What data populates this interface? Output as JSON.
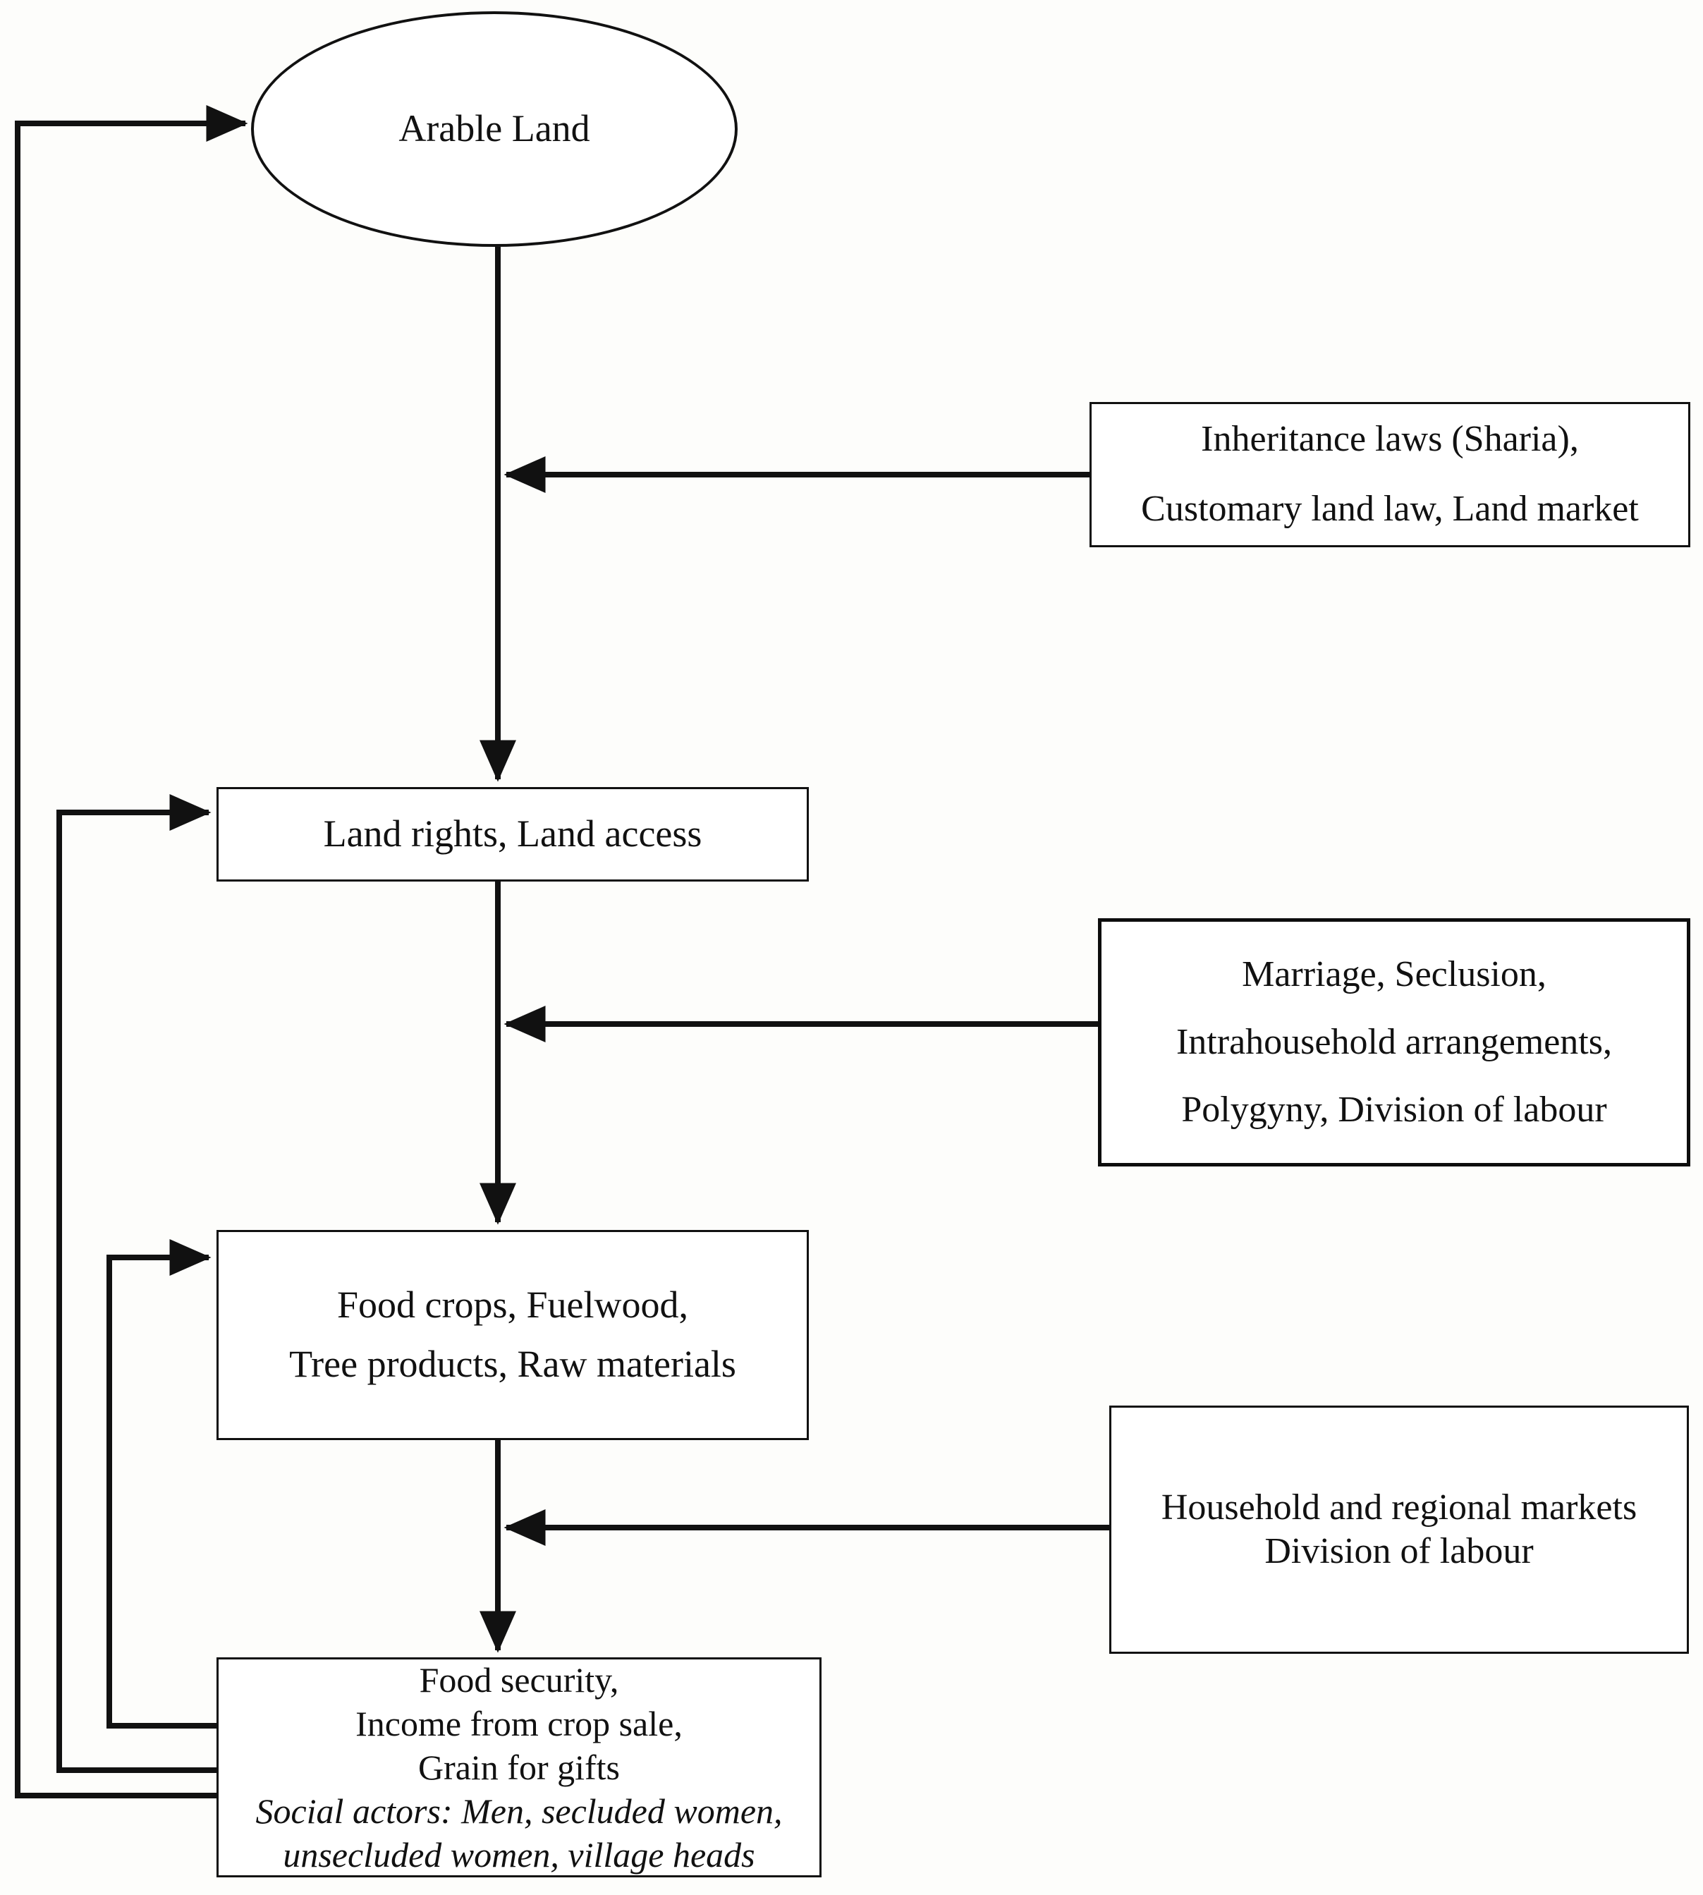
{
  "diagram": {
    "title": "Arable land, land rights and food security flowchart",
    "background_color": "#fdfdfb",
    "stroke_color": "#111111",
    "nodes": {
      "arable_land": {
        "shape": "ellipse",
        "lines": [
          "Arable Land"
        ]
      },
      "land_rights": {
        "shape": "rectangle",
        "lines": [
          "Land rights, Land access"
        ]
      },
      "food_crops": {
        "shape": "rectangle",
        "lines": [
          "Food crops, Fuelwood,",
          "Tree products, Raw materials"
        ]
      },
      "outcomes": {
        "shape": "rectangle",
        "lines": [
          "Food security,",
          "Income from crop sale,",
          "Grain for gifts"
        ],
        "italic_lines": [
          "Social actors: Men, secluded women,",
          "unsecluded women, village heads"
        ]
      },
      "inheritance": {
        "shape": "rectangle",
        "lines": [
          "Inheritance laws (Sharia),",
          "Customary land law, Land market"
        ]
      },
      "marriage": {
        "shape": "rectangle-thick",
        "lines": [
          "Marriage, Seclusion,",
          "Intrahousehold arrangements,",
          "Polygyny, Division of labour"
        ]
      },
      "markets": {
        "shape": "rectangle",
        "lines": [
          "Household and regional markets",
          "Division of labour"
        ]
      }
    },
    "edges": [
      {
        "from": "arable_land",
        "to": "land_rights",
        "direction": "down"
      },
      {
        "from": "inheritance",
        "to": "arable_land_to_land_rights_spine",
        "direction": "left"
      },
      {
        "from": "land_rights",
        "to": "food_crops",
        "direction": "down"
      },
      {
        "from": "marriage",
        "to": "land_rights_to_food_crops_spine",
        "direction": "left"
      },
      {
        "from": "food_crops",
        "to": "outcomes",
        "direction": "down"
      },
      {
        "from": "markets",
        "to": "food_crops_to_outcomes_spine",
        "direction": "left"
      },
      {
        "from": "outcomes",
        "to": "arable_land",
        "direction": "feedback-outer"
      },
      {
        "from": "outcomes",
        "to": "land_rights",
        "direction": "feedback-middle"
      },
      {
        "from": "outcomes",
        "to": "food_crops",
        "direction": "feedback-inner"
      }
    ]
  }
}
